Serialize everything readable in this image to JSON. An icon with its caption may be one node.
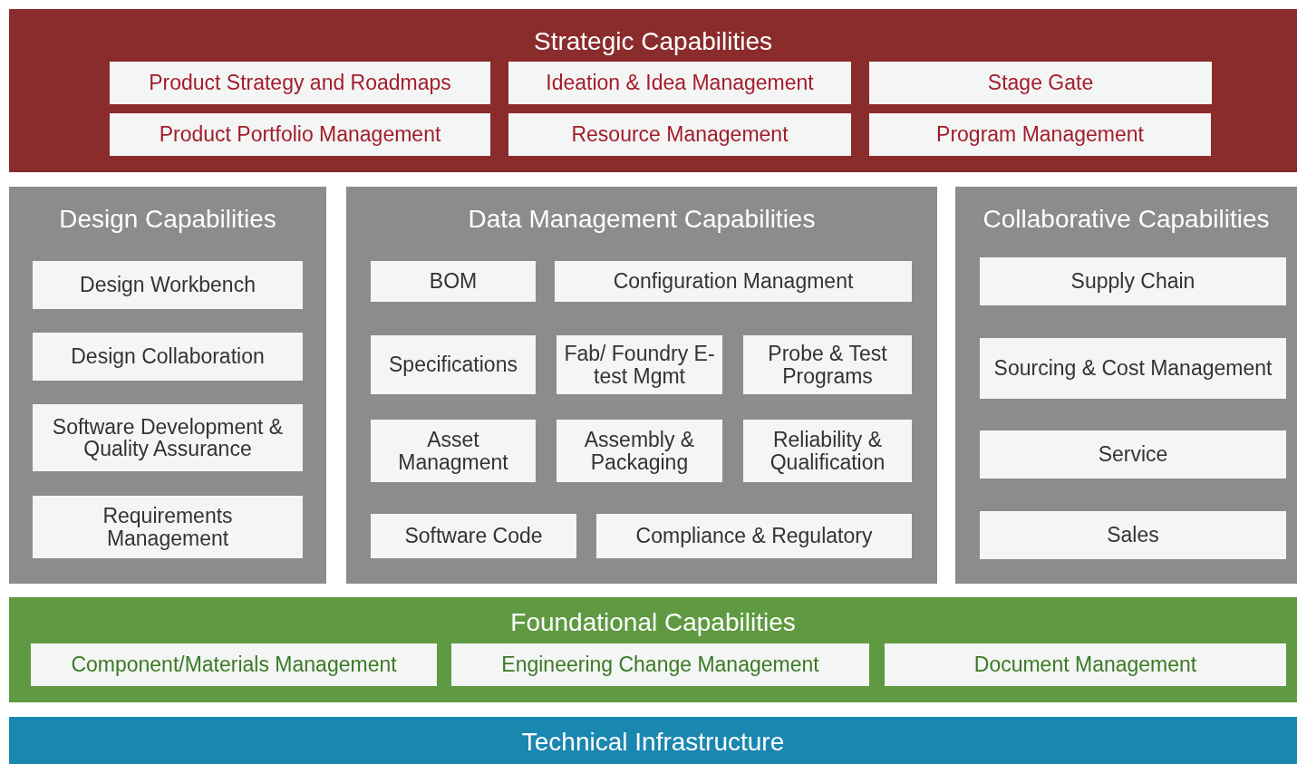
{
  "diagram": {
    "nodes": [
      {
        "text": [
          "Strategic Capabilities"
        ]
      },
      {
        "text": [
          "Product Strategy and Roadmaps"
        ],
        "in": 0
      },
      {
        "text": [
          "Ideation & Idea Management"
        ],
        "in": 0
      },
      {
        "text": [
          "Stage Gate"
        ],
        "in": 0
      },
      {
        "text": [
          "Product Portfolio Management"
        ],
        "in": 0
      },
      {
        "text": [
          "Resource Management"
        ],
        "in": 0
      },
      {
        "text": [
          "Program Management"
        ],
        "in": 0
      },
      {
        "text": [
          "Design Capabilities"
        ]
      },
      {
        "text": [
          "Design Workbench"
        ],
        "in": 7
      },
      {
        "text": [
          "Design Collaboration"
        ],
        "in": 7
      },
      {
        "text": [
          "Software Development & Quality Assurance"
        ],
        "in": 7
      },
      {
        "text": [
          "Requirements Management"
        ],
        "in": 7
      },
      {
        "text": [
          "Data Management Capabilities"
        ]
      },
      {
        "text": [
          "BOM"
        ],
        "in": 12
      },
      {
        "text": [
          "Configuration Managment"
        ],
        "in": 12
      },
      {
        "text": [
          "Specifications"
        ],
        "in": 12
      },
      {
        "text": [
          "Fab/ Foundry E-test Mgmt"
        ],
        "in": 12
      },
      {
        "text": [
          "Probe & Test Programs"
        ],
        "in": 12
      },
      {
        "text": [
          "Asset Managment"
        ],
        "in": 12
      },
      {
        "text": [
          "Assembly & Packaging"
        ],
        "in": 12
      },
      {
        "text": [
          "Reliability & Qualification"
        ],
        "in": 12
      },
      {
        "text": [
          "Software Code"
        ],
        "in": 12
      },
      {
        "text": [
          "Compliance & Regulatory"
        ],
        "in": 12
      },
      {
        "text": [
          "Collaborative Capabilities"
        ]
      },
      {
        "text": [
          "Supply Chain"
        ],
        "in": 23
      },
      {
        "text": [
          "Sourcing & Cost Management"
        ],
        "in": 23
      },
      {
        "text": [
          "Service"
        ],
        "in": 23
      },
      {
        "text": [
          "Sales"
        ],
        "in": 23
      },
      {
        "text": [
          "Foundational Capabilities"
        ]
      },
      {
        "text": [
          "Component/Materials Management"
        ],
        "in": 28
      },
      {
        "text": [
          "Engineering Change Management"
        ],
        "in": 28
      },
      {
        "text": [
          "Document Management"
        ],
        "in": 28
      },
      {
        "text": [
          "Technical Infrastructure"
        ]
      }
    ]
  }
}
